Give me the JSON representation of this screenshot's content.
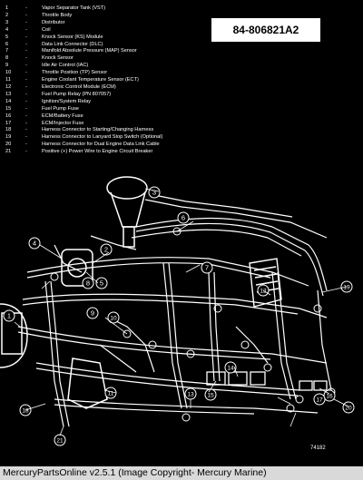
{
  "part_number": "84-806821A2",
  "illustration_code": "74182",
  "footer_text": "MercuryPartsOnline v2.5.1 (Image Copyright- Mercury Marine)",
  "legend": [
    {
      "num": "1",
      "text": "Vapor Separator Tank (VST)"
    },
    {
      "num": "2",
      "text": "Throttle Body"
    },
    {
      "num": "3",
      "text": "Distributor"
    },
    {
      "num": "4",
      "text": "Coil"
    },
    {
      "num": "5",
      "text": "Knock Sensor (KS) Module"
    },
    {
      "num": "6",
      "text": "Data Link Connector (DLC)"
    },
    {
      "num": "7",
      "text": "Manifold Absolute Pressure (MAP) Sensor"
    },
    {
      "num": "8",
      "text": "Knock Sensor"
    },
    {
      "num": "9",
      "text": "Idle Air Control (IAC)"
    },
    {
      "num": "10",
      "text": "Throttle Position (TP) Sensor"
    },
    {
      "num": "11",
      "text": "Engine Coolant Temperature Sensor (ECT)"
    },
    {
      "num": "12",
      "text": "Electronic Control Module (ECM)"
    },
    {
      "num": "13",
      "text": "Fuel Pump Relay (PN 807057)"
    },
    {
      "num": "14",
      "text": "Ignition/System Relay"
    },
    {
      "num": "15",
      "text": "Fuel Pump Fuse"
    },
    {
      "num": "16",
      "text": "ECM/Battery Fuse"
    },
    {
      "num": "17",
      "text": "ECM/Injector Fuse"
    },
    {
      "num": "18",
      "text": "Harness Connector to Starting/Changing Harness"
    },
    {
      "num": "19",
      "text": "Harness Connector to Lanyard Stop Switch (Optional)"
    },
    {
      "num": "20",
      "text": "Harness Connector for Dual Engine Data Link Cable"
    },
    {
      "num": "21",
      "text": "Positive (+) Power Wire to Engine Circuit Breaker"
    }
  ],
  "callouts": [
    "1",
    "2",
    "3",
    "4",
    "5",
    "6",
    "7",
    "8",
    "9",
    "10",
    "11",
    "12",
    "13",
    "14",
    "15",
    "16",
    "17",
    "18",
    "19",
    "20",
    "21"
  ]
}
